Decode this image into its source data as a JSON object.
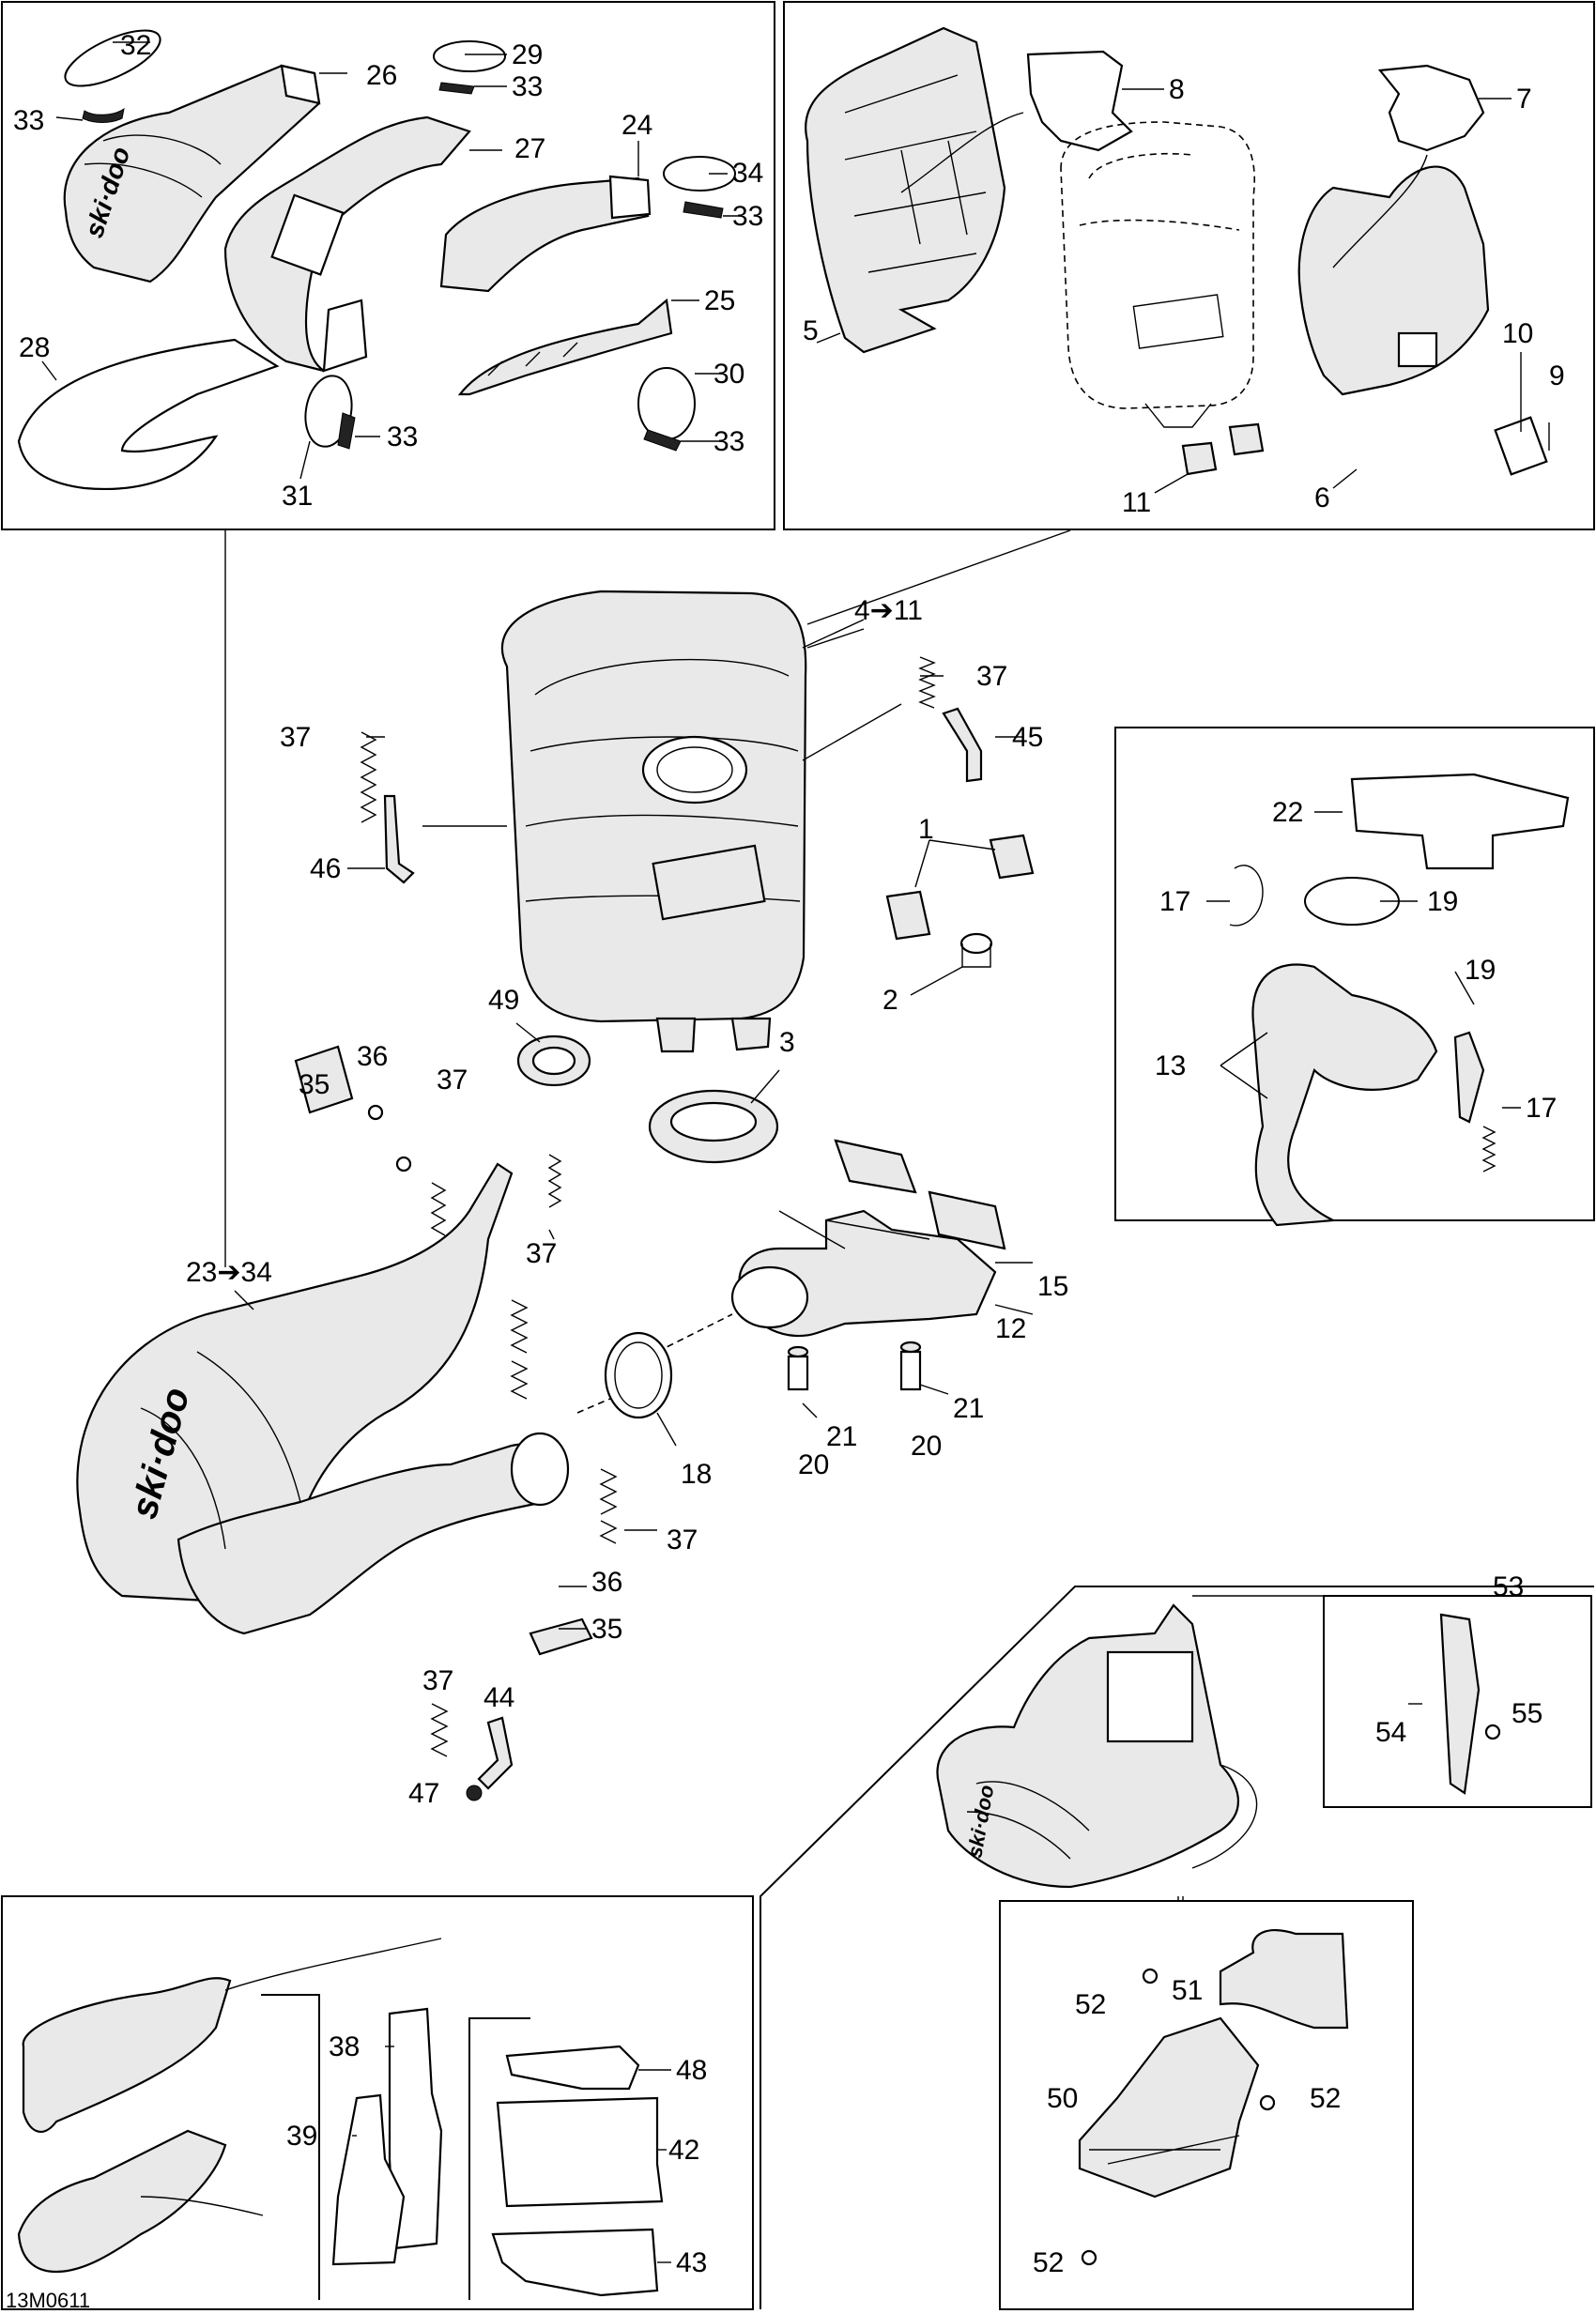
{
  "diagram_code": "13M0611",
  "logo_text": "ski·doo",
  "callouts": {
    "c1": "1",
    "c2": "2",
    "c3": "3",
    "c4": "4➔11",
    "c5": "5",
    "c6": "6",
    "c7": "7",
    "c8": "8",
    "c9": "9",
    "c10": "10",
    "c11": "11",
    "c12": "12",
    "c13": "13",
    "c15": "15",
    "c17a": "17",
    "c17b": "17",
    "c18": "18",
    "c19a": "19",
    "c19b": "19",
    "c20a": "20",
    "c20b": "20",
    "c21a": "21",
    "c21b": "21",
    "c22": "22",
    "c23": "23➔34",
    "c24": "24",
    "c25": "25",
    "c26": "26",
    "c27": "27",
    "c28": "28",
    "c29": "29",
    "c30": "30",
    "c31": "31",
    "c32": "32",
    "c33a": "33",
    "c33b": "33",
    "c33c": "33",
    "c33d": "33",
    "c33e": "33",
    "c34": "34",
    "c35a": "35",
    "c35b": "35",
    "c36a": "36",
    "c36b": "36",
    "c37a": "37",
    "c37b": "37",
    "c37c": "37",
    "c37d": "37",
    "c37e": "37",
    "c37f": "37",
    "c38": "38",
    "c39": "39",
    "c42": "42",
    "c43": "43",
    "c44": "44",
    "c45": "45",
    "c46": "46",
    "c47": "47",
    "c48": "48",
    "c49": "49",
    "c50": "50",
    "c51": "51",
    "c52a": "52",
    "c52b": "52",
    "c52c": "52",
    "c53": "53",
    "c54": "54",
    "c55": "55"
  }
}
